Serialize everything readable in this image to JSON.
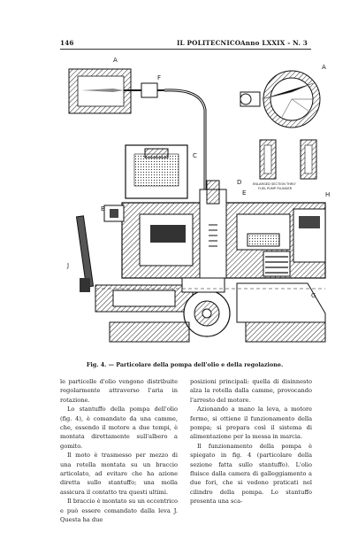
{
  "header": {
    "page_number": "146",
    "journal_title": "IL POLITECNICO",
    "issue": "Anno LXXIX - N. 3"
  },
  "figure": {
    "caption": "Fig. 4. — Particolare della pompa dell'olio e della regolazione.",
    "labels": {
      "a_left": "A",
      "a_right": "A",
      "b": "B",
      "c": "C",
      "d": "D",
      "e": "E",
      "f": "F",
      "g": "G",
      "h": "H",
      "j": "J",
      "note_line1": "ENLARGED SECTION THRO'",
      "note_line2": "FUEL PUMP PLUNGER"
    }
  },
  "body": {
    "left_column": [
      "le particelle d'olio vengono distribuite regolarmente attraverso l'aria in rotazione.",
      "Lo stantuffo della pompa dell'olio (fig. 4), è comandato da una camme, che, essendo il motore a due tempi, è montata direttamente sull'albero a gomito.",
      "Il moto è trasmesso per mezzo di una rotella montata su un braccio articolato, ad evitare che ha azione diretta sullo stantuffo; una molla assicura il contatto tra questi ultimi.",
      "Il braccio è montato su un eccentrico e può essere comandato dalla leva J. Questa ha due"
    ],
    "right_column": [
      "posizioni principali: quella di disinnesto alza la rotella dalla camme, provocando l'arresto del motore.",
      "Azionando a mano la leva, a motore fermo, si ottiene il funzionamento della pompa; si prepara così il sistema di alimentazione per la messa in marcia.",
      "Il funzionamento della pompa è spiegato in fig. 4 (particolare della sezione fatta sullo stantuffo). L'olio fluisce dalla camera di galleggiamento a due fori, che si vedono praticati nel cilindro della pompa. Lo stantuffo presenta una sca-"
    ]
  }
}
